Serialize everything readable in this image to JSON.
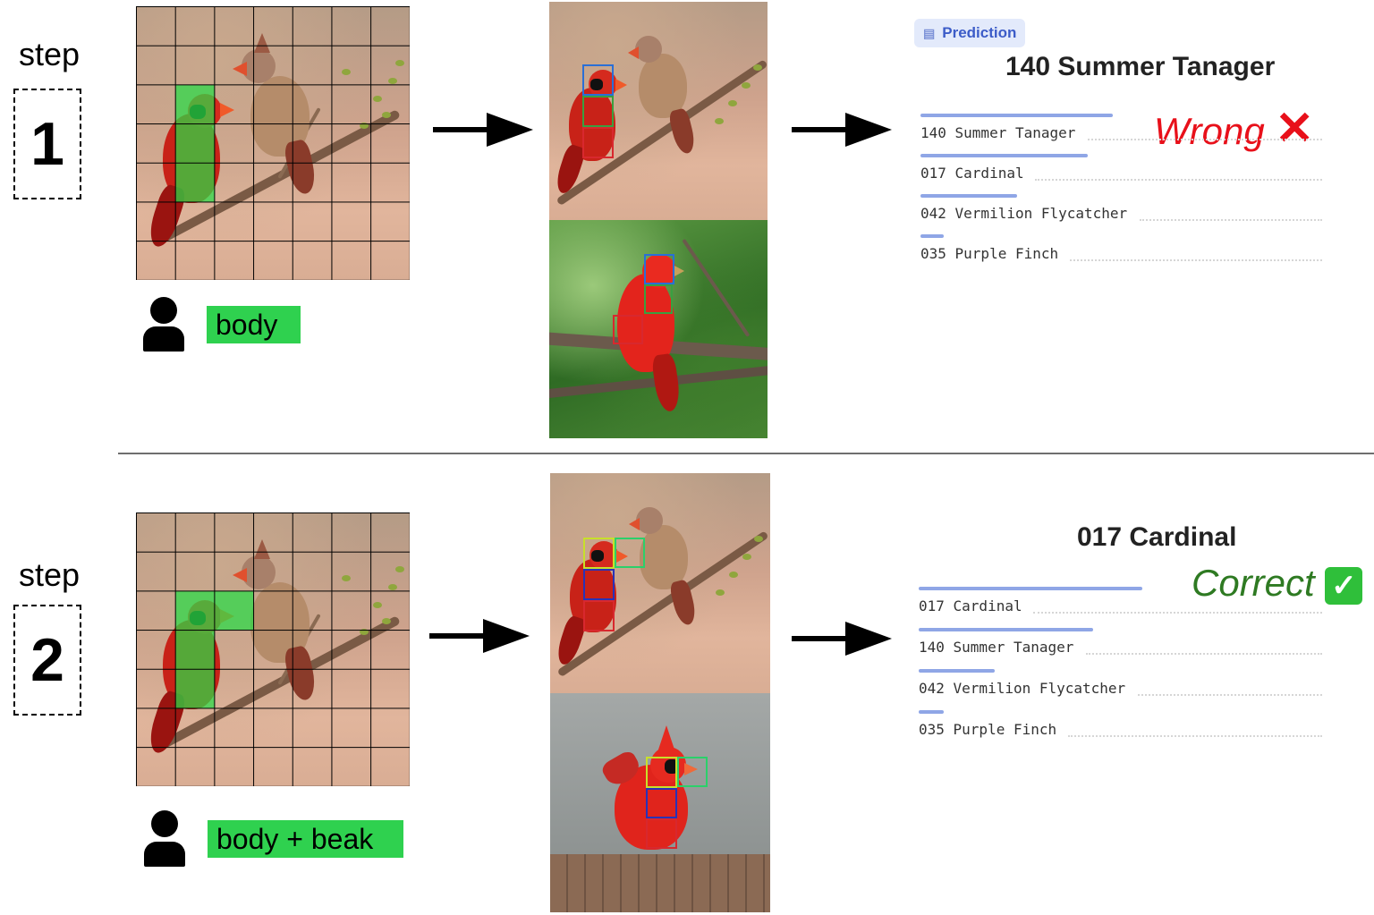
{
  "steps": [
    {
      "word": "step",
      "number": "1",
      "user_label": "body",
      "prediction": {
        "pill": "Prediction",
        "title": "140 Summer Tanager",
        "verdict": "Wrong",
        "verdict_icon": "cross-mark-icon",
        "ranking": [
          {
            "label": "140 Summer Tanager",
            "score": 1.0
          },
          {
            "label": "017 Cardinal",
            "score": 0.87
          },
          {
            "label": "042 Vermilion Flycatcher",
            "score": 0.5
          },
          {
            "label": "035 Purple Finch",
            "score": 0.12
          }
        ]
      }
    },
    {
      "word": "step",
      "number": "2",
      "user_label": "body + beak",
      "prediction": {
        "title": "017 Cardinal",
        "verdict": "Correct",
        "verdict_icon": "check-mark-icon",
        "ranking": [
          {
            "label": "017 Cardinal",
            "score": 1.0
          },
          {
            "label": "140 Summer Tanager",
            "score": 0.78
          },
          {
            "label": "042 Vermilion Flycatcher",
            "score": 0.34
          },
          {
            "label": "035 Purple Finch",
            "score": 0.11
          }
        ]
      }
    }
  ],
  "colors": {
    "highlight": "#2fd14f",
    "rank_bar": "#8fa6e6",
    "wrong": "#e8101a",
    "correct": "#2e7a22"
  }
}
